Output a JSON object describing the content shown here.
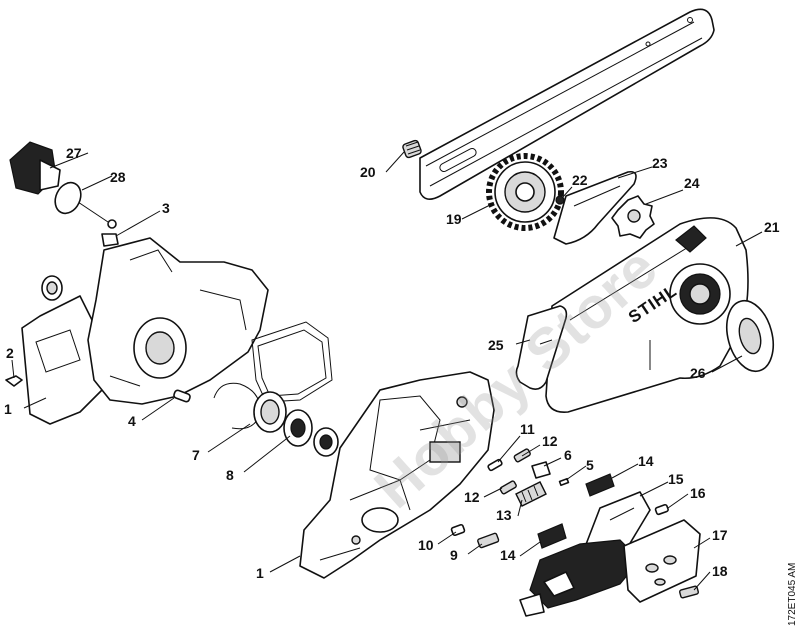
{
  "diagram": {
    "reference_code": "172ET045 AM",
    "watermark": "Hobby Store",
    "cover_brand": "STIHL",
    "callouts": [
      {
        "id": "c1a",
        "text": "1"
      },
      {
        "id": "c1b",
        "text": "1"
      },
      {
        "id": "c2",
        "text": "2"
      },
      {
        "id": "c3",
        "text": "3"
      },
      {
        "id": "c4",
        "text": "4"
      },
      {
        "id": "c5",
        "text": "5"
      },
      {
        "id": "c6",
        "text": "6"
      },
      {
        "id": "c7",
        "text": "7"
      },
      {
        "id": "c8",
        "text": "8"
      },
      {
        "id": "c9",
        "text": "9"
      },
      {
        "id": "c10",
        "text": "10"
      },
      {
        "id": "c11",
        "text": "11"
      },
      {
        "id": "c12a",
        "text": "12"
      },
      {
        "id": "c12b",
        "text": "12"
      },
      {
        "id": "c13",
        "text": "13"
      },
      {
        "id": "c14a",
        "text": "14"
      },
      {
        "id": "c14b",
        "text": "14"
      },
      {
        "id": "c15",
        "text": "15"
      },
      {
        "id": "c16",
        "text": "16"
      },
      {
        "id": "c17",
        "text": "17"
      },
      {
        "id": "c18",
        "text": "18"
      },
      {
        "id": "c19",
        "text": "19"
      },
      {
        "id": "c20",
        "text": "20"
      },
      {
        "id": "c21",
        "text": "21"
      },
      {
        "id": "c22",
        "text": "22"
      },
      {
        "id": "c23",
        "text": "23"
      },
      {
        "id": "c24",
        "text": "24"
      },
      {
        "id": "c25",
        "text": "25"
      },
      {
        "id": "c26",
        "text": "26"
      },
      {
        "id": "c27",
        "text": "27"
      },
      {
        "id": "c28",
        "text": "28"
      }
    ]
  }
}
